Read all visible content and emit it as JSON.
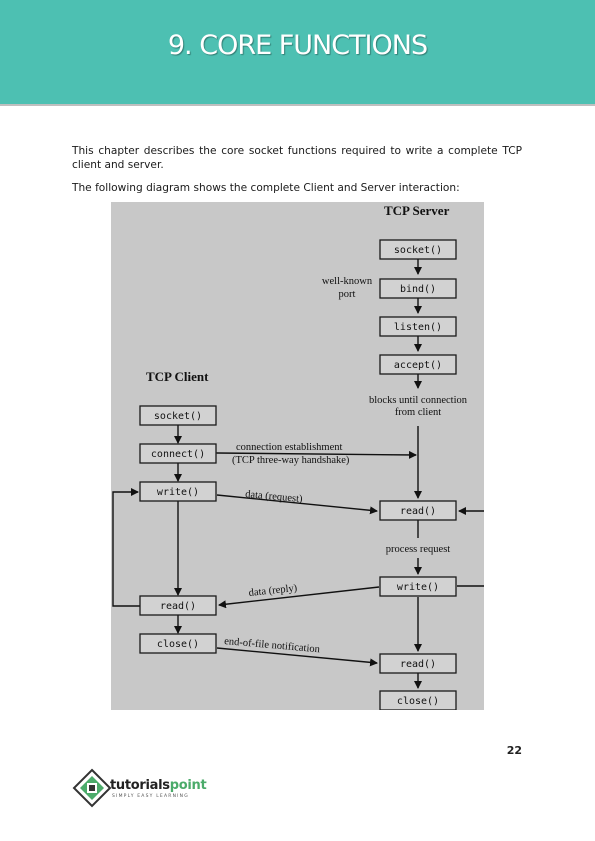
{
  "header": {
    "title": "9. CORE FUNCTIONS"
  },
  "body": {
    "paragraph_1": "This chapter describes the core socket functions required to write a complete TCP client and server.",
    "paragraph_2": "The following diagram shows the complete Client and Server interaction:"
  },
  "diagram": {
    "server_title": "TCP Server",
    "client_title": "TCP Client",
    "server_funcs": {
      "socket": "socket()",
      "bind": "bind()",
      "listen": "listen()",
      "accept": "accept()",
      "read": "read()",
      "write": "write()",
      "read2": "read()",
      "close": "close()"
    },
    "client_funcs": {
      "socket": "socket()",
      "connect": "connect()",
      "write": "write()",
      "read": "read()",
      "close": "close()"
    },
    "labels": {
      "well_known_1": "well-known",
      "well_known_2": "port",
      "blocks_1": "blocks until connection",
      "blocks_2": "from client",
      "conn_1": "connection establishment",
      "conn_2": "(TCP three-way handshake)",
      "data_request": "data (request)",
      "process_request": "process request",
      "data_reply": "data (reply)",
      "eof": "end-of-file notification"
    }
  },
  "footer": {
    "page_number": "22",
    "logo_text_main": "tutorials",
    "logo_text_accent": "point",
    "logo_tagline": "SIMPLY EASY LEARNING"
  },
  "colors": {
    "banner": "#4dc0b2",
    "diagram_bg": "#c8c8c8",
    "logo_accent": "#4bab6a"
  }
}
